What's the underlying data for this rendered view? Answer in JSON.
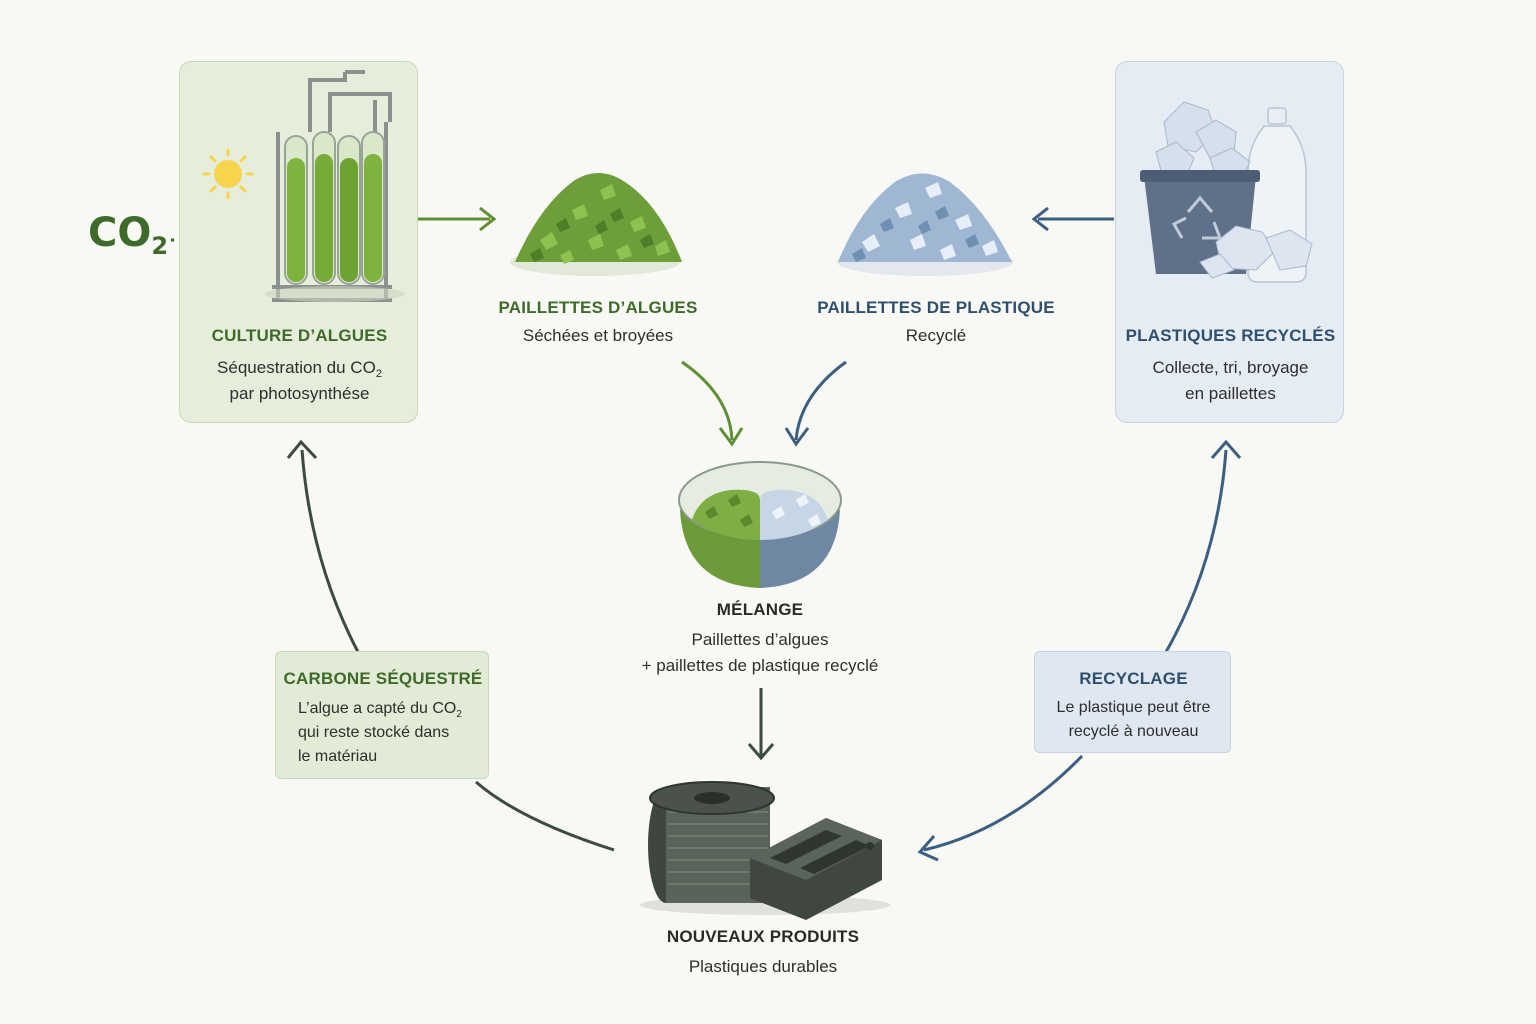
{
  "colors": {
    "green_title": "#3e6a2a",
    "blue_title": "#2f4f6e",
    "green_box": "#e6eedb",
    "blue_box": "#e6ecf3",
    "green_arrow": "#5e8f34",
    "blue_arrow": "#3b5f80",
    "dark_arrow": "#3d4a42",
    "background": "#f8f8f4"
  },
  "co2_label": {
    "main": "CO",
    "sub": "2"
  },
  "culture": {
    "title": "CULTURE D’ALGUES",
    "line1_main": "Séquestration du CO",
    "line1_sub": "2",
    "line2": "par photosynthése",
    "icons": [
      "sun-icon",
      "photobioreactor-icon"
    ]
  },
  "algae_flakes": {
    "title": "PAILLETTES D’ALGUES",
    "subtitle": "Séchées et broyées",
    "icon": "green-flakes-pile-icon"
  },
  "plastic_flakes": {
    "title": "PAILLETTES DE PLASTIQUE",
    "subtitle": "Recyclé",
    "icon": "blue-flakes-pile-icon"
  },
  "recycled_plastics": {
    "title": "PLASTIQUES RECYCLÉS",
    "line1": "Collecte, tri, broyage",
    "line2": "en paillettes",
    "icons": [
      "recycling-bin-icon",
      "plastic-bottle-icon"
    ]
  },
  "mix": {
    "title": "MÉLANGE",
    "line1": "Paillettes d’algues",
    "line2": "+ paillettes de plastique recyclé",
    "icon": "mixing-bowl-icon"
  },
  "carbon": {
    "title": "CARBONE SÉQUESTRÉ",
    "line1_main": "L’algue a capté du CO",
    "line1_sub": "2",
    "line2": "qui reste stocké dans",
    "line3": "le matériau"
  },
  "recycling": {
    "title": "RECYCLAGE",
    "line1": "Le plastique peut être",
    "line2": "recyclé à nouveau"
  },
  "products": {
    "title": "NOUVEAUX PRODUITS",
    "subtitle": "Plastiques durables",
    "icons": [
      "filament-spool-icon",
      "plastic-part-icon"
    ]
  }
}
